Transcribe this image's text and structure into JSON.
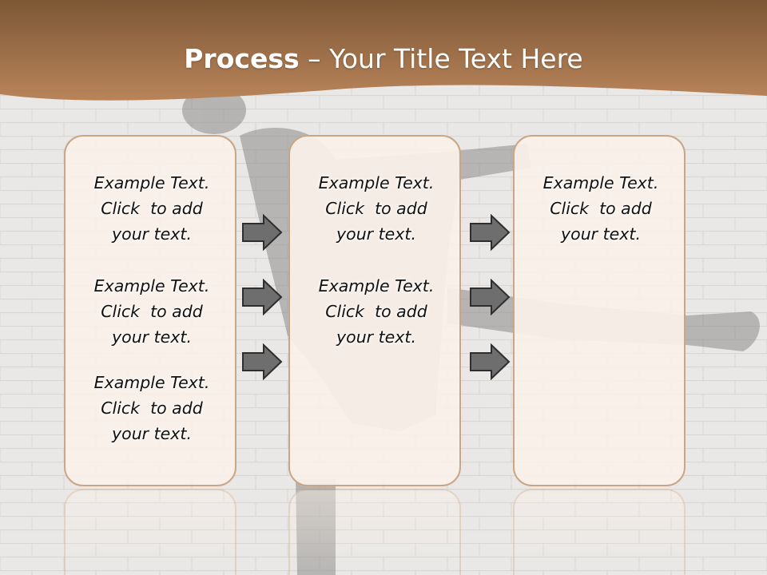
{
  "slide": {
    "title_bold": "Process",
    "title_rest": " – Your Title Text Here"
  },
  "columns": [
    {
      "blocks": [
        "Example Text.\nClick  to add\nyour text.",
        "Example Text.\nClick  to add\nyour text.",
        "Example Text.\nClick  to add\nyour text."
      ]
    },
    {
      "blocks": [
        "Example Text.\nClick  to add\nyour text.",
        "Example Text.\nClick  to add\nyour text."
      ]
    },
    {
      "blocks": [
        "Example Text.\nClick  to add\nyour text."
      ]
    }
  ],
  "arrow_groups": [
    3,
    3
  ],
  "colors": {
    "header": "#a8764a",
    "box_fill": "#faf0e8",
    "box_border": "#c9a687",
    "arrow_fill": "#6e6e6e"
  }
}
